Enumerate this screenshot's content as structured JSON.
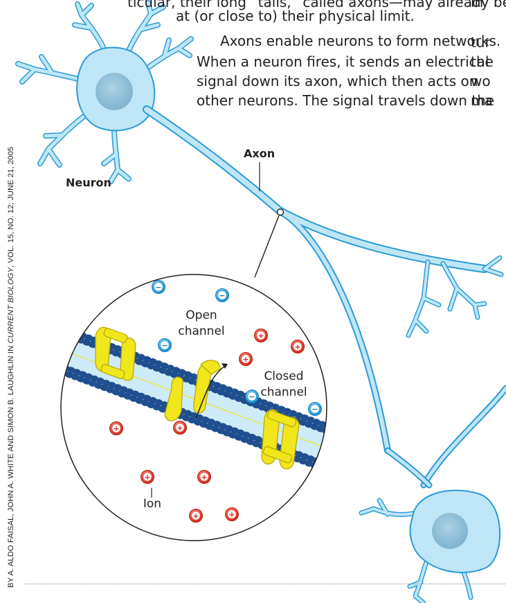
{
  "article": {
    "line1": "ticular, their long “tails,” called axons—may already be",
    "line2": "at (or close to) their physical limit.",
    "line3": "Axons enable neurons to form networks.",
    "line4": "When a neuron fires, it sends an electrical",
    "line5": "signal down its axon, which then acts on",
    "line6": "other neurons. The signal travels down the",
    "right_col": [
      "in",
      "tur",
      "the",
      "wo",
      "ma"
    ]
  },
  "credit": {
    "prefix": "BY A. ALDO FAISAL, JOHN A. WHITE AND SIMON B. LAUGHLIN IN ",
    "journal": "CURRENT BIOLOGY",
    "suffix": ", VOL. 15, NO. 12; JUNE 21, 2005"
  },
  "labels": {
    "neuron": "Neuron",
    "axon": "Axon",
    "open_channel_1": "Open",
    "open_channel_2": "channel",
    "closed_channel_1": "Closed",
    "closed_channel_2": "channel",
    "ion": "Ion"
  },
  "ion_symbols": {
    "negative": "−",
    "positive": "+"
  },
  "colors": {
    "neuron_fill": "#bfe6f7",
    "neuron_stroke": "#2a9ad6",
    "nucleus": "#8cbfd8",
    "membrane": "#1f4f8f",
    "channel": "#f1e61c",
    "negative_ion": "#25a4e2",
    "positive_ion": "#e03a2a"
  }
}
